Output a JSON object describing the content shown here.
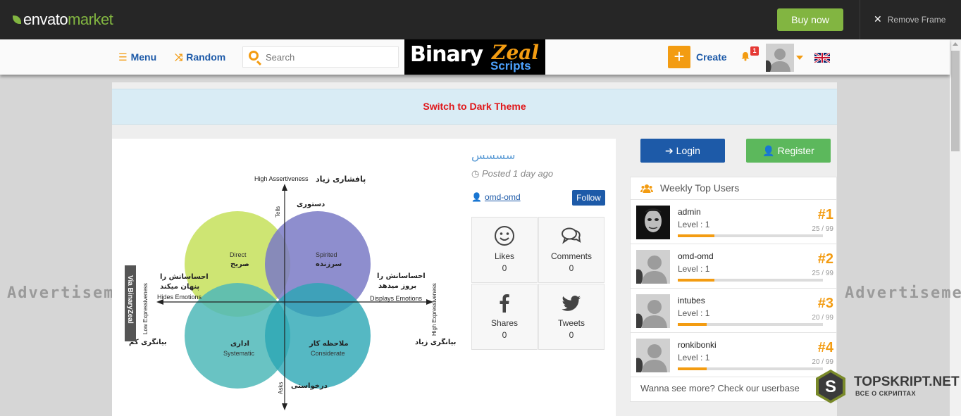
{
  "envato": {
    "logo_text_a": "envato",
    "logo_text_b": "market",
    "buy_now": "Buy now",
    "remove_frame": "Remove Frame"
  },
  "nav": {
    "menu": "Menu",
    "random": "Random",
    "search_placeholder": "Search",
    "brand_a": "Binary",
    "brand_b": "Zeal",
    "brand_c": "Scripts",
    "create": "Create",
    "notif_count": "1"
  },
  "ads": {
    "left": "Advertisement",
    "right": "Advertisement"
  },
  "banner": {
    "text": "Switch to Dark Theme"
  },
  "post": {
    "title": "سسسس",
    "posted": "Posted 1 day ago",
    "author": "omd-omd",
    "follow": "Follow",
    "stats": [
      {
        "label": "Likes",
        "count": "0",
        "icon": "smile-icon"
      },
      {
        "label": "Comments",
        "count": "0",
        "icon": "comments-icon"
      },
      {
        "label": "Shares",
        "count": "0",
        "icon": "facebook-icon"
      },
      {
        "label": "Tweets",
        "count": "0",
        "icon": "twitter-icon"
      }
    ],
    "diagram": {
      "top_en": "High Assertiveness",
      "top_fa": "پافشاری زیاد",
      "tells_en": "Tells",
      "tells_fa": "دستوری",
      "asks_en": "Asks",
      "asks_fa": "درخواستی",
      "left_en": "Hides Emotions",
      "left_fa_1": "احساسانش را",
      "left_fa_2": "پنهان میکند",
      "left_bottom_fa": "بیانگری کم",
      "right_en": "Displays Emotions",
      "right_fa_1": "احساسانش را",
      "right_fa_2": "بروز میدهد",
      "right_bottom_fa": "بیانگری زیاد",
      "low_expr": "Low Expressiveness",
      "high_expr": "High Expressiveness",
      "via": "Via BinaryZeal",
      "q_direct_en": "Direct",
      "q_direct_fa": "صریح",
      "q_spirited_en": "Spirited",
      "q_spirited_fa": "سرزنده",
      "q_systematic_en": "Systematic",
      "q_systematic_fa": "اداری",
      "q_considerate_en": "Considerate",
      "q_considerate_fa": "ملاحظه کار",
      "colors": {
        "direct": "#c5e05a",
        "spirited": "#7a7ac6",
        "systematic": "#4fb8b8",
        "considerate": "#2aa6b4"
      }
    }
  },
  "sidebar": {
    "login": "Login",
    "register": "Register",
    "top_users_title": "Weekly Top Users",
    "users": [
      {
        "name": "admin",
        "level": "Level : 1",
        "rank": "#1",
        "score": "25 / 99",
        "progress": 0.25
      },
      {
        "name": "omd-omd",
        "level": "Level : 1",
        "rank": "#2",
        "score": "25 / 99",
        "progress": 0.25
      },
      {
        "name": "intubes",
        "level": "Level : 1",
        "rank": "#3",
        "score": "20 / 99",
        "progress": 0.2
      },
      {
        "name": "ronkibonki",
        "level": "Level : 1",
        "rank": "#4",
        "score": "20 / 99",
        "progress": 0.2
      }
    ],
    "see_more": "Wanna see more? Check our userbase"
  },
  "watermark": {
    "title": "TOPSKRIPT.NET",
    "sub": "ВСЕ О СКРИПТАХ",
    "letter": "S"
  },
  "colors": {
    "accent": "#f39c12",
    "primary": "#1d5aa8",
    "success": "#5cb85c",
    "envato_green": "#82b541",
    "danger": "#e0171a"
  }
}
